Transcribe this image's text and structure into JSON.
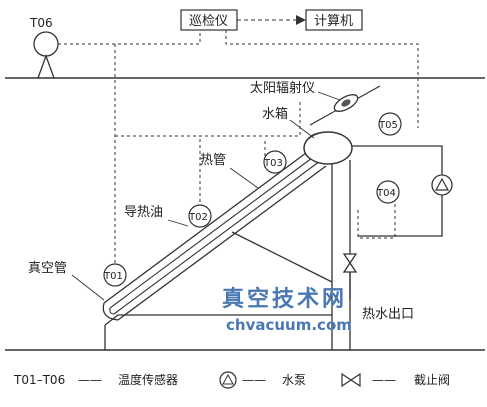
{
  "diagram": {
    "labels": {
      "inspector": "巡检仪",
      "computer": "计算机",
      "solar_radiometer": "太阳辐射仪",
      "water_tank": "水箱",
      "heat_pipe": "热管",
      "heat_oil": "导热油",
      "vacuum_tube": "真空管",
      "hot_water_outlet": "热水出口"
    },
    "sensors": [
      "T01",
      "T02",
      "T03",
      "T04",
      "T05",
      "T06"
    ],
    "watermark": {
      "cn": "真空技术网",
      "en": "chvacuum.com",
      "color": "#4a78b4"
    },
    "legend": {
      "sensor_range": "T01–T06",
      "dash": "——",
      "sensor_desc": "温度传感器",
      "pump_desc": "水泵",
      "valve_desc": "截止阀"
    }
  }
}
